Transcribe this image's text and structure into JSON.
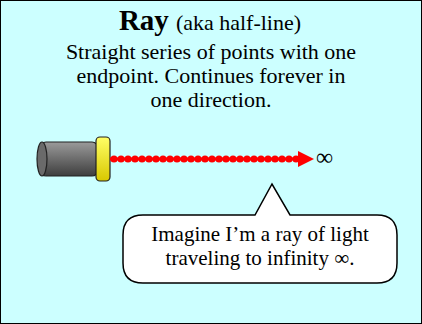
{
  "diagram": {
    "title": "Ray",
    "nodes": [
      {
        "text": [
          "Imagine I’m a ray of light traveling to infinity ∞."
        ]
      }
    ],
    "labels": [
      "(aka half-line)",
      "Straight series of points with one endpoint. Continues forever in one direction.",
      "∞"
    ]
  }
}
